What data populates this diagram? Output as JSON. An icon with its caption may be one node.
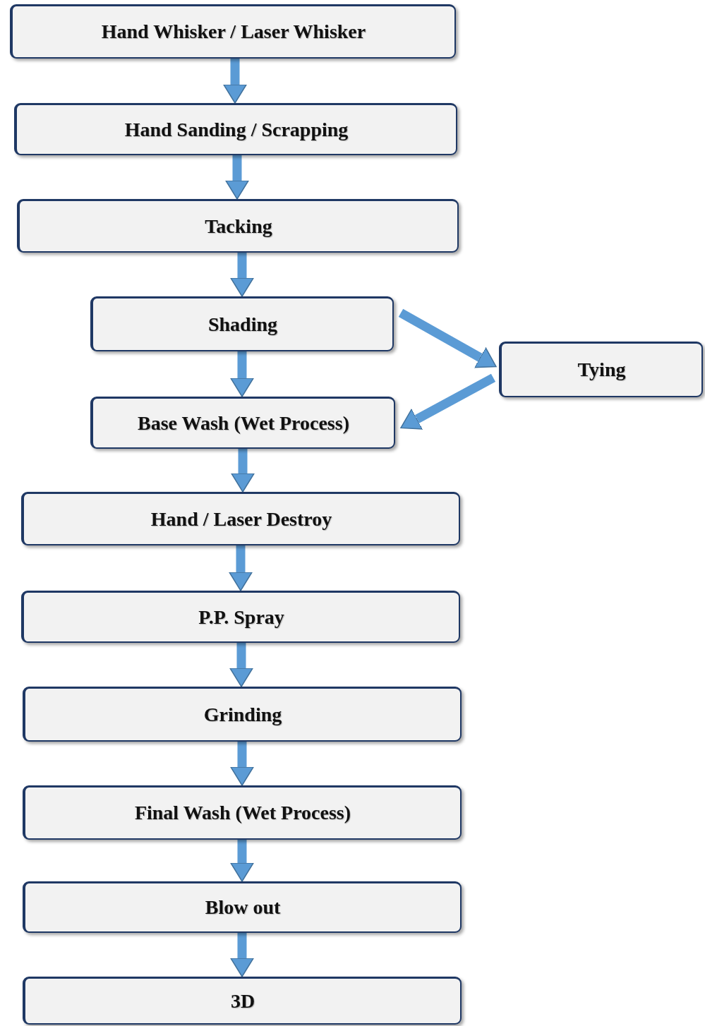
{
  "diagram": {
    "nodes": [
      {
        "text": [
          "Hand Whisker / Laser Whisker"
        ]
      },
      {
        "text": [
          "Hand Sanding / Scrapping"
        ]
      },
      {
        "text": [
          "Tacking"
        ]
      },
      {
        "text": [
          "Shading"
        ]
      },
      {
        "text": [
          "Tying"
        ]
      },
      {
        "text": [
          "Base Wash (Wet Process)"
        ]
      },
      {
        "text": [
          "Hand / Laser Destroy"
        ]
      },
      {
        "text": [
          "P.P. Spray"
        ]
      },
      {
        "text": [
          "Grinding"
        ]
      },
      {
        "text": [
          "Final Wash (Wet Process)"
        ]
      },
      {
        "text": [
          "Blow out"
        ]
      },
      {
        "text": [
          "3D"
        ]
      }
    ],
    "edges": [
      {
        "from": 0,
        "to": 1,
        "arrow": "to"
      },
      {
        "from": 1,
        "to": 2,
        "arrow": "to"
      },
      {
        "from": 2,
        "to": 3,
        "arrow": "to"
      },
      {
        "from": 3,
        "to": 4,
        "arrow": "to"
      },
      {
        "from": 3,
        "to": 5,
        "arrow": "to"
      },
      {
        "from": 4,
        "to": 5,
        "arrow": "to"
      },
      {
        "from": 5,
        "to": 6,
        "arrow": "to"
      },
      {
        "from": 6,
        "to": 7,
        "arrow": "to"
      },
      {
        "from": 7,
        "to": 8,
        "arrow": "to"
      },
      {
        "from": 8,
        "to": 9,
        "arrow": "to"
      },
      {
        "from": 9,
        "to": 10,
        "arrow": "to"
      },
      {
        "from": 10,
        "to": 11,
        "arrow": "to"
      }
    ]
  }
}
